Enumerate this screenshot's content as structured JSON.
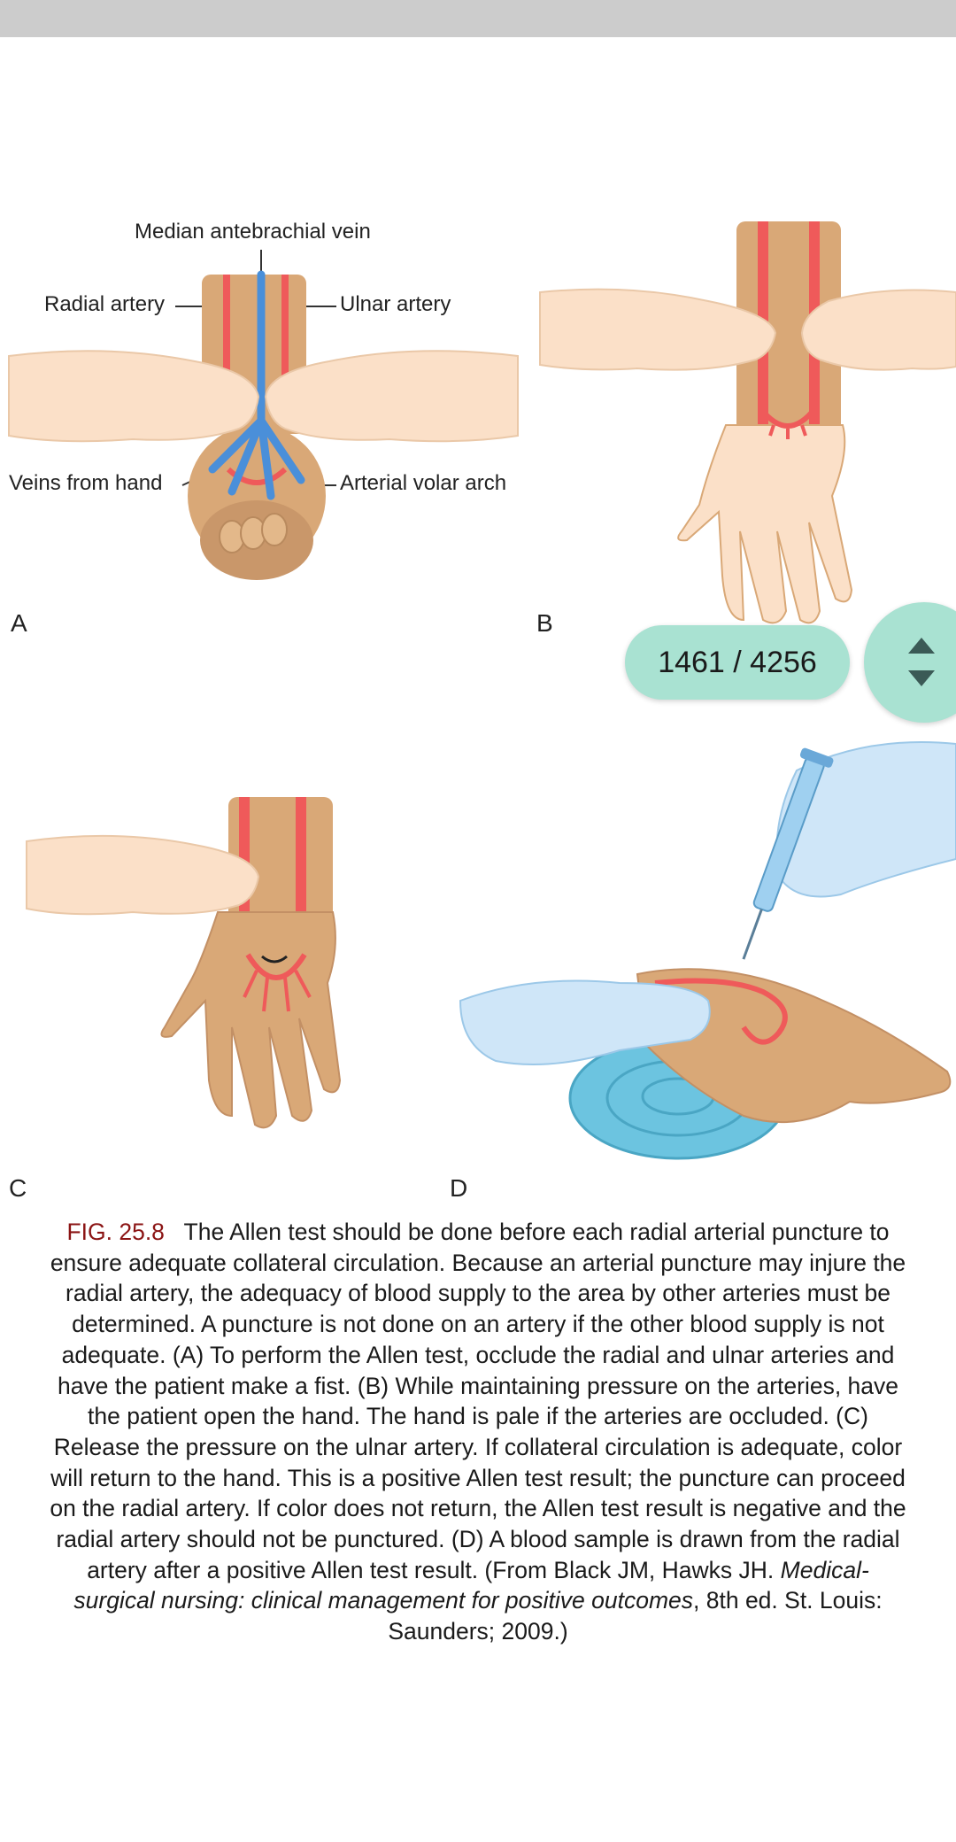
{
  "figure": {
    "labels": {
      "median_vein": "Median antebrachial vein",
      "radial_artery": "Radial artery",
      "ulnar_artery": "Ulnar artery",
      "veins_from_hand": "Veins from hand",
      "volar_arch": "Arterial volar arch"
    },
    "panels": {
      "a": "A",
      "b": "B",
      "c": "C",
      "d": "D"
    }
  },
  "pager": {
    "text": "1461 / 4256"
  },
  "icons": {
    "scroll": "scroll-up-down-icon"
  },
  "caption": {
    "fig_number": "FIG. 25.8",
    "body": "The Allen test should be done before each radial arterial puncture to ensure adequate collateral circulation. Because an arterial puncture may injure the radial artery, the adequacy of blood supply to the area by other arteries must be determined. A puncture is not done on an artery if the other blood supply is not adequate. (A) To perform the Allen test, occlude the radial and ulnar arteries and have the patient make a fist. (B) While maintaining pressure on the arteries, have the patient open the hand. The hand is pale if the arteries are occluded. (C) Release the pressure on the ulnar artery. If collateral circulation is adequate, color will return to the hand. This is a positive Allen test result; the puncture can proceed on the radial artery. If color does not return, the Allen test result is negative and the radial artery should not be punctured. (D) A blood sample is drawn from the radial artery after a positive Allen test result. (From Black JM, Hawks JH.",
    "book_title": "Medical-surgical nursing: clinical management for positive outcomes",
    "citation_tail": ", 8th ed. St. Louis: Saunders; 2009.)"
  },
  "colors": {
    "skin": "#d9a877",
    "pale_skin": "#fbe0c8",
    "artery": "#ef5a5a",
    "vein": "#4a8fd9",
    "glove": "#cfe6f8",
    "pad": "#6cc4e0",
    "accent": "#a9e2d2",
    "fig_number": "#8b1414"
  }
}
